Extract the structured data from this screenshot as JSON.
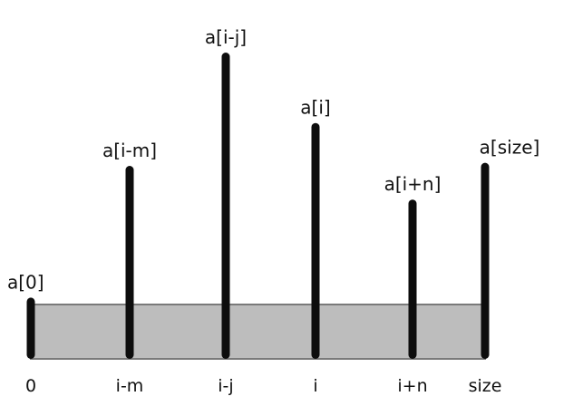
{
  "bars": [
    {
      "top_label": "a[0]",
      "axis_label": "0",
      "height": 0.2
    },
    {
      "top_label": "a[i-m]",
      "axis_label": "i-m",
      "height": 0.63
    },
    {
      "top_label": "a[i-j]",
      "axis_label": "i-j",
      "height": 1.0
    },
    {
      "top_label": "a[i]",
      "axis_label": "i",
      "height": 0.77
    },
    {
      "top_label": "a[i+n]",
      "axis_label": "i+n",
      "height": 0.52
    },
    {
      "top_label": "a[size]",
      "axis_label": "size",
      "height": 0.64
    }
  ],
  "colors": {
    "bar": "#0d0d0d",
    "band_fill": "#bdbdbd",
    "band_stroke": "#7a7a7a",
    "text": "#111111"
  }
}
